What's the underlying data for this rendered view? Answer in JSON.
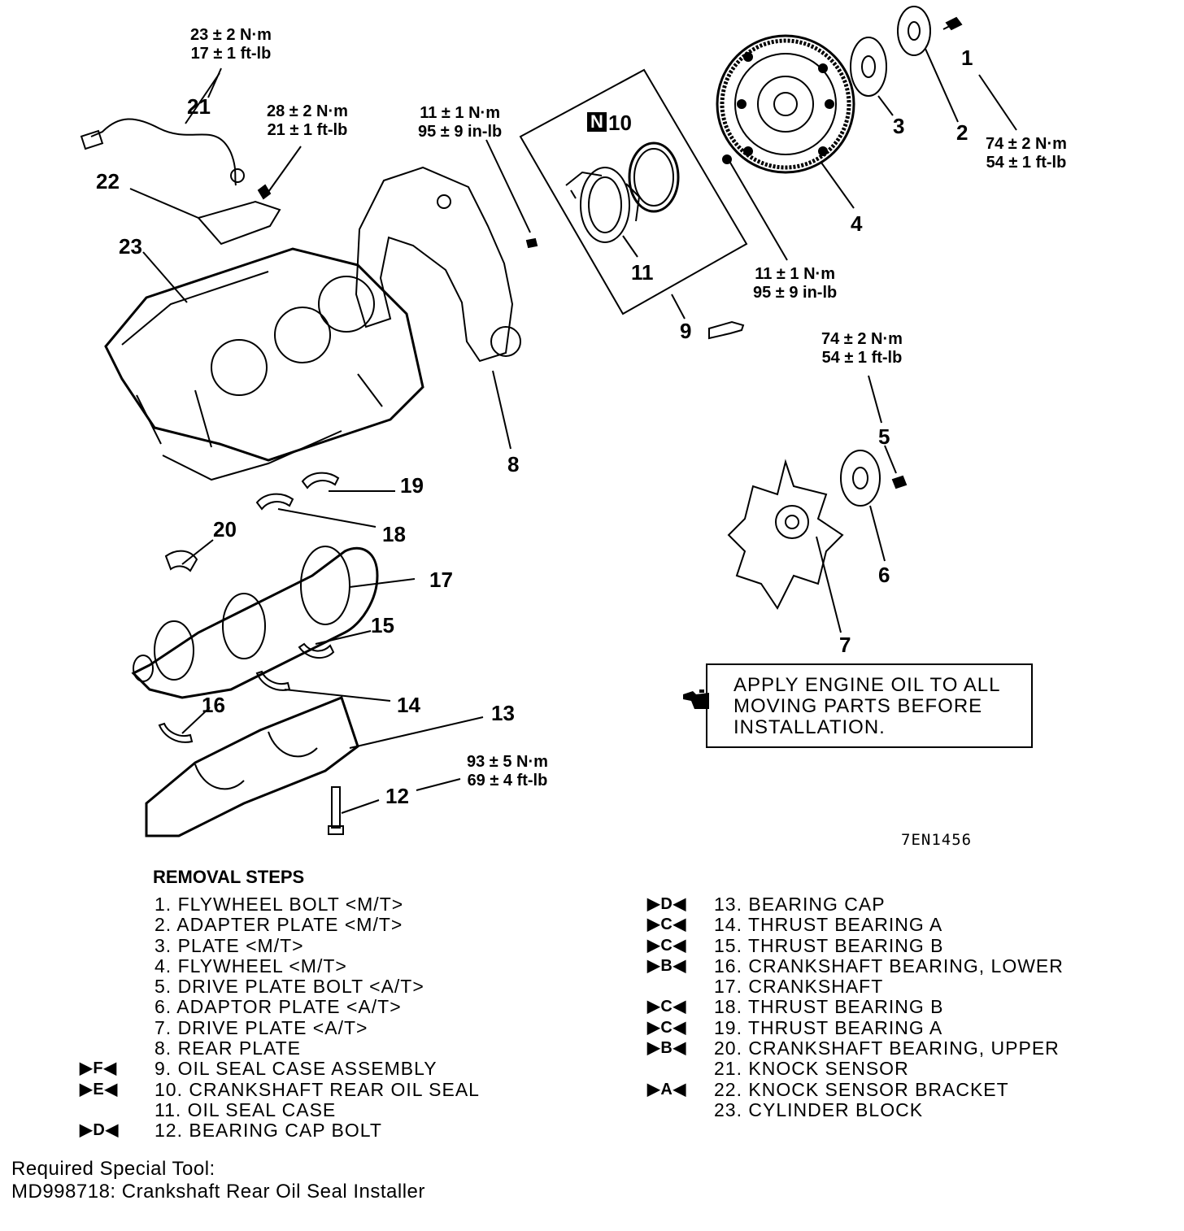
{
  "figure_code": "7EN1456",
  "callouts": [
    "1",
    "2",
    "3",
    "4",
    "5",
    "6",
    "7",
    "8",
    "9",
    "10",
    "11",
    "12",
    "13",
    "14",
    "15",
    "16",
    "17",
    "18",
    "19",
    "20",
    "21",
    "22",
    "23"
  ],
  "torques": {
    "t21": [
      "23 ± 2 N·m",
      "17 ± 1 ft-lb"
    ],
    "t22": [
      "28 ± 2 N·m",
      "21 ± 1 ft-lb"
    ],
    "t8": [
      "11 ± 1 N·m",
      "95 ± 9 in-lb"
    ],
    "t9": [
      "11 ± 1 N·m",
      "95 ± 9 in-lb"
    ],
    "t1": [
      "74 ± 2 N·m",
      "54 ± 1 ft-lb"
    ],
    "t5": [
      "74 ± 2 N·m",
      "54 ± 1 ft-lb"
    ],
    "t12": [
      "93 ± 5 N·m",
      "69 ± 4 ft-lb"
    ]
  },
  "note": "APPLY ENGINE OIL TO ALL\nMOVING PARTS BEFORE\nINSTALLATION.",
  "removal_title": "REMOVAL STEPS",
  "steps_left": [
    {
      "mark": "",
      "text": "1. FLYWHEEL BOLT <M/T>"
    },
    {
      "mark": "",
      "text": "2. ADAPTER PLATE <M/T>"
    },
    {
      "mark": "",
      "text": "3. PLATE <M/T>"
    },
    {
      "mark": "",
      "text": "4. FLYWHEEL <M/T>"
    },
    {
      "mark": "",
      "text": "5. DRIVE PLATE BOLT <A/T>"
    },
    {
      "mark": "",
      "text": "6. ADAPTOR PLATE <A/T>"
    },
    {
      "mark": "",
      "text": "7. DRIVE PLATE <A/T>"
    },
    {
      "mark": "",
      "text": "8. REAR PLATE"
    },
    {
      "mark": "▶F◀",
      "text": "9. OIL SEAL CASE ASSEMBLY"
    },
    {
      "mark": "▶E◀",
      "text": "10. CRANKSHAFT REAR OIL SEAL"
    },
    {
      "mark": "",
      "text": "11. OIL SEAL CASE"
    },
    {
      "mark": "▶D◀",
      "text": "12. BEARING CAP BOLT"
    }
  ],
  "steps_right": [
    {
      "mark": "▶D◀",
      "text": "13. BEARING CAP"
    },
    {
      "mark": "▶C◀",
      "text": "14. THRUST BEARING A"
    },
    {
      "mark": "▶C◀",
      "text": "15. THRUST BEARING B"
    },
    {
      "mark": "▶B◀",
      "text": "16. CRANKSHAFT BEARING, LOWER"
    },
    {
      "mark": "",
      "text": "17. CRANKSHAFT"
    },
    {
      "mark": "▶C◀",
      "text": "18. THRUST BEARING B"
    },
    {
      "mark": "▶C◀",
      "text": "19. THRUST BEARING A"
    },
    {
      "mark": "▶B◀",
      "text": "20. CRANKSHAFT BEARING, UPPER"
    },
    {
      "mark": "",
      "text": "21. KNOCK SENSOR"
    },
    {
      "mark": "▶A◀",
      "text": "22. KNOCK SENSOR BRACKET"
    },
    {
      "mark": "",
      "text": "23. CYLINDER BLOCK"
    }
  ],
  "tool_label": "Required Special Tool:",
  "tool_item": "MD998718: Crankshaft Rear Oil Seal Installer",
  "new_part_badge": "N"
}
